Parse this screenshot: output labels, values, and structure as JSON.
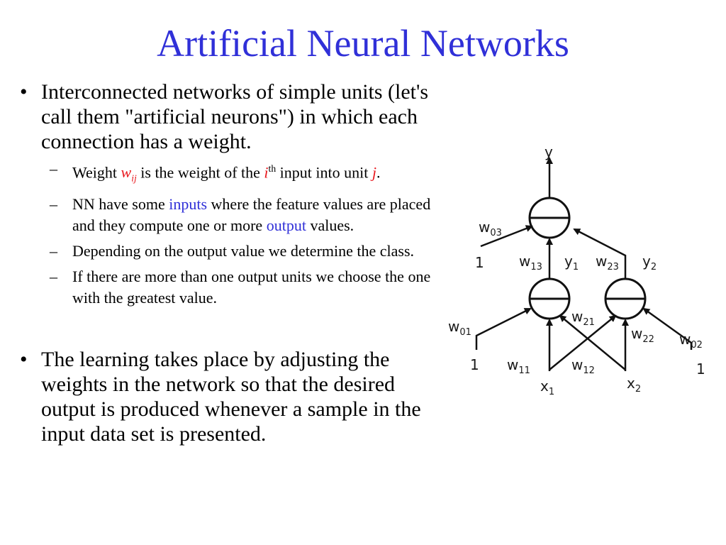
{
  "title": "Artificial Neural Networks",
  "bullets": {
    "bullet_char": "•",
    "dash_char": "–",
    "b1": "Interconnected networks of simple units (let's call them \"artificial neurons\") in which each connection has a weight.",
    "s1": {
      "t1": "Weight ",
      "w": "w",
      "w_sub": "ij",
      "t2": " is the weight of the ",
      "i": "i",
      "i_sup": "th",
      "t3": " input into unit ",
      "j": "j",
      "t4": "."
    },
    "s2": {
      "t1": "NN have some ",
      "inputs": "inputs",
      "t2": " where the feature values are placed and they compute one or more ",
      "output": "output",
      "t3": " values."
    },
    "s3": "Depending on the output value we determine the class.",
    "s4": "If there are more than one output units we choose the one with the greatest value.",
    "b2": "The learning takes place by adjusting the weights in the network so that the desired output is produced whenever a sample in the input data set is presented."
  },
  "diagram": {
    "y": "y",
    "w03": {
      "main": "w",
      "sub": "03"
    },
    "one_top": "1",
    "w13": {
      "main": "w",
      "sub": "13"
    },
    "y1": {
      "main": "y",
      "sub": "1"
    },
    "w23": {
      "main": "w",
      "sub": "23"
    },
    "y2": {
      "main": "y",
      "sub": "2"
    },
    "w01": {
      "main": "w",
      "sub": "01"
    },
    "w21": {
      "main": "w",
      "sub": "21"
    },
    "w22": {
      "main": "w",
      "sub": "22"
    },
    "w02": {
      "main": "w",
      "sub": "02"
    },
    "one_left": "1",
    "one_right": "1",
    "w11": {
      "main": "w",
      "sub": "11"
    },
    "w12": {
      "main": "w",
      "sub": "12"
    },
    "x1": {
      "main": "x",
      "sub": "1"
    },
    "x2": {
      "main": "x",
      "sub": "2"
    }
  },
  "colors": {
    "title": "#3030d8",
    "highlight_red": "#e8161c",
    "highlight_blue": "#3030d8"
  }
}
